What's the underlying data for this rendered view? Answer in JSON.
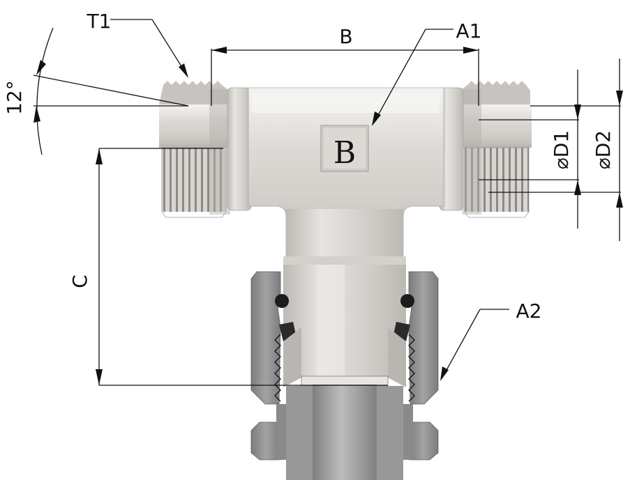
{
  "labels": {
    "t1": "T1",
    "b_dim": "B",
    "a1": "A1",
    "a2": "A2",
    "c_dim": "C",
    "angle": "12°",
    "d1": "⌀D1",
    "d2": "⌀D2",
    "stamp": "B"
  },
  "colors": {
    "metal_light": "#e9e7e4",
    "metal_mid": "#c9c6c2",
    "metal_dark": "#8f8c88",
    "nut_gray": "#8a8a8a",
    "line": "#111111"
  }
}
